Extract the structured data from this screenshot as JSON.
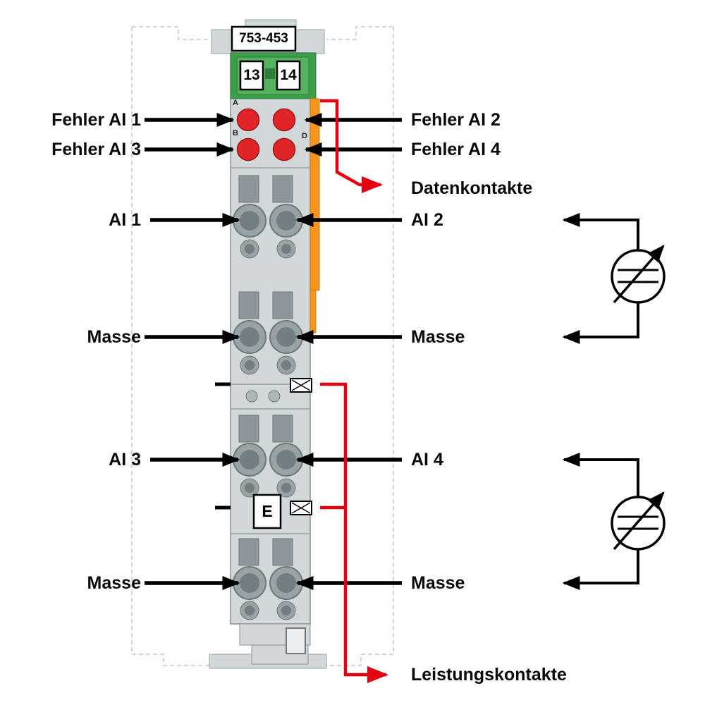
{
  "module": {
    "part_number": "753-453",
    "terminal_13": "13",
    "terminal_14": "14",
    "marker_e": "E",
    "led_marker_a": "A",
    "led_marker_b": "B",
    "led_marker_d": "D"
  },
  "labels": {
    "fehler_ai_1": "Fehler AI 1",
    "fehler_ai_2": "Fehler AI 2",
    "fehler_ai_3": "Fehler AI 3",
    "fehler_ai_4": "Fehler AI 4",
    "ai_1": "AI 1",
    "ai_2": "AI 2",
    "ai_3": "AI 3",
    "ai_4": "AI 4",
    "masse_left_upper": "Masse",
    "masse_right_upper": "Masse",
    "masse_left_lower": "Masse",
    "masse_right_lower": "Masse",
    "datenkontakte": "Datenkontakte",
    "leistungskontakte": "Leistungskontakte"
  },
  "icons": {
    "error_led": "red-led-indicator",
    "transducer_symbol": "adjustable-current-source",
    "latch_symbol": "bowtie-latch-marker"
  },
  "colors": {
    "led_red": "#e02528",
    "terminal_green": "#3f9e4c",
    "terminal_green_inner": "#53b25e",
    "latch_orange": "#f6951e",
    "contact_line_red": "#e3000f",
    "module_body_gray": "#d2d7d9"
  }
}
